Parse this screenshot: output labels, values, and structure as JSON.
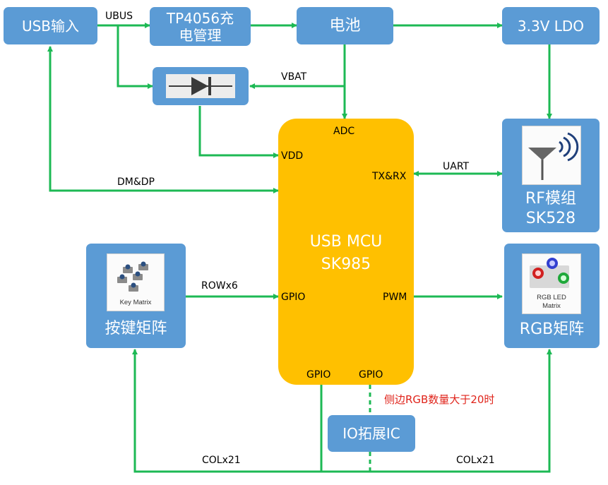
{
  "blocks": {
    "usb_input": "USB输入",
    "tp4056": "TP4056充电管理",
    "battery": "电池",
    "ldo": "3.3V LDO",
    "rf_line1": "RF模组",
    "rf_line2": "SK528",
    "key_matrix": "按键矩阵",
    "rgb_matrix": "RGB矩阵",
    "io_expander": "IO拓展IC",
    "mcu_line1": "USB MCU",
    "mcu_line2": "SK985"
  },
  "icons": {
    "key_matrix_icon_text": "Key Matrix",
    "rgb_led_icon_text_1": "RGB LED",
    "rgb_led_icon_text_2": "Matrix",
    "diode_icon": "diode-icon",
    "antenna_icon": "antenna-icon"
  },
  "signals": {
    "ubus": "UBUS",
    "vbat": "VBAT",
    "dm_dp": "DM&DP",
    "uart": "UART",
    "rowx6": "ROWx6",
    "colx21_left": "COLx21",
    "colx21_right": "COLx21"
  },
  "pins": {
    "adc": "ADC",
    "vdd": "VDD",
    "tx_rx": "TX&RX",
    "gpio_left": "GPIO",
    "pwm": "PWM",
    "gpio_bottom_left": "GPIO",
    "gpio_bottom_right": "GPIO"
  },
  "note": "侧边RGB数量大于20时",
  "colors": {
    "block": "#5b9bd5",
    "mcu": "#ffc000",
    "wire": "#1db954",
    "note": "#e0241b"
  }
}
